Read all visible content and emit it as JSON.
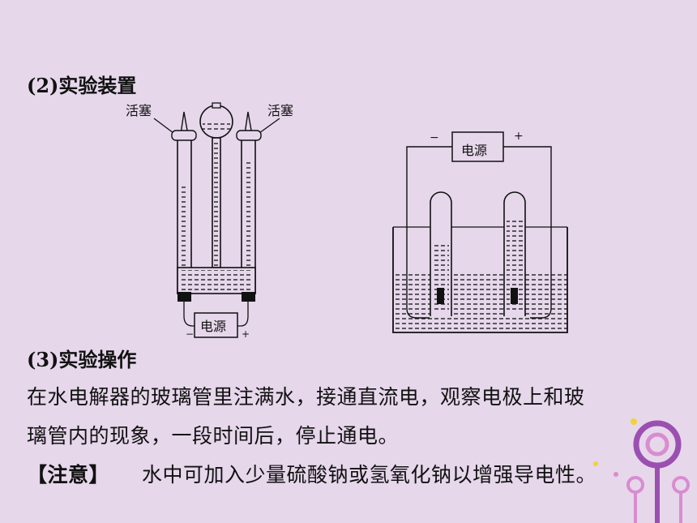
{
  "section2": {
    "title": "(2)实验装置"
  },
  "left_apparatus": {
    "stopcock_left": "活塞",
    "stopcock_right": "活塞",
    "power_label": "电源",
    "minus": "−",
    "plus": "+"
  },
  "right_apparatus": {
    "power_label": "电源",
    "minus": "−",
    "plus": "+"
  },
  "section3": {
    "title": "(3)实验操作",
    "line1": "在水电解器的玻璃管里注满水，接通直流电，观察电极上和玻",
    "line2": "璃管内的现象，一段时间后，停止通电。",
    "note_label": "【注意】",
    "note_text": "水中可加入少量硫酸钠或氢氧化钠以增强导电性。"
  },
  "colors": {
    "background": "#e6d7eb",
    "decor_purple": "#9b4fb0",
    "decor_pink": "#d98ccf",
    "decor_yellow": "#f2d23a"
  }
}
